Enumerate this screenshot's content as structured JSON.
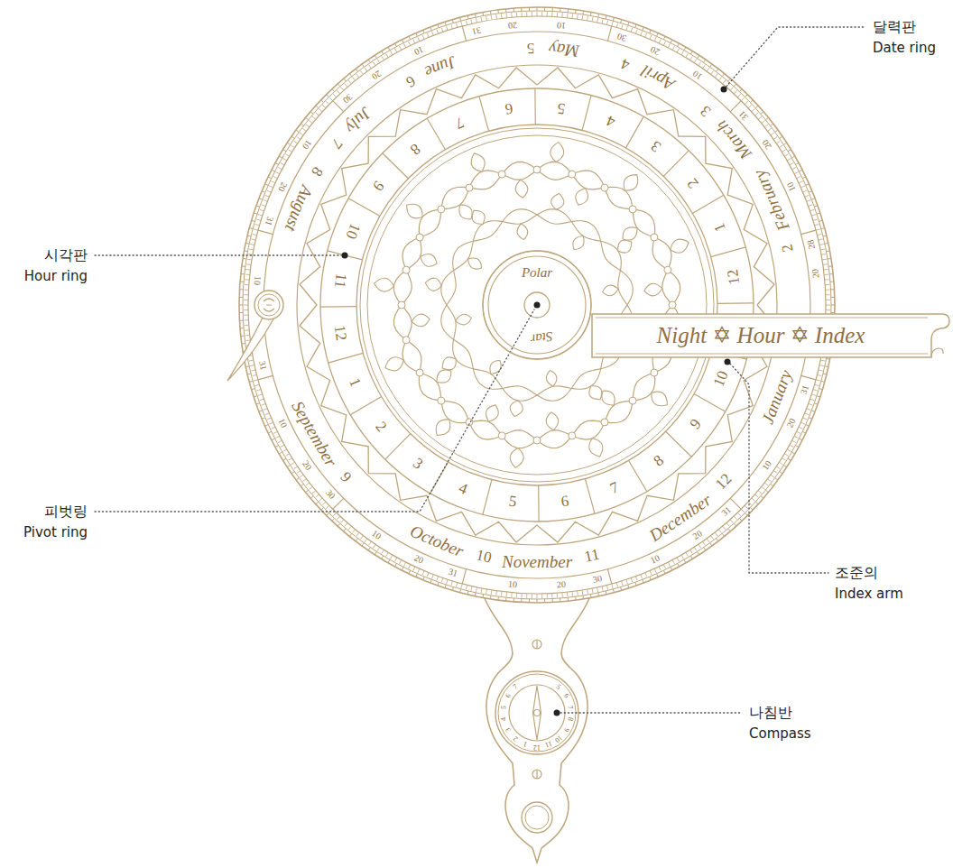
{
  "diagram": {
    "nodes": [
      {
        "text": [
          "Polar",
          "Star"
        ]
      },
      {
        "text": [
          "Night ✡ Hour ✡ Index"
        ]
      }
    ],
    "labels": [
      "달력판",
      "Date ring",
      "시각판",
      "Hour ring",
      "피벗링",
      "Pivot ring",
      "조준의",
      "Index arm",
      "나침반",
      "Compass",
      "January",
      "February",
      "March",
      "April",
      "May",
      "June",
      "July",
      "August",
      "September",
      "October",
      "November",
      "December",
      "2",
      "3",
      "4",
      "5",
      "6",
      "7",
      "8",
      "9",
      "10",
      "11",
      "12",
      "10",
      "20",
      "31",
      "20",
      "28",
      "10",
      "20",
      "31",
      "10",
      "20",
      "30",
      "10",
      "20",
      "31",
      "10",
      "20",
      "30",
      "10",
      "20",
      "31",
      "10",
      "31",
      "10",
      "20",
      "30",
      "10",
      "20",
      "31",
      "10",
      "20",
      "30",
      "10",
      "20",
      "31",
      "12",
      "1",
      "2",
      "3",
      "4",
      "5",
      "6",
      "7",
      "8",
      "9",
      "10",
      "11",
      "12",
      "1",
      "2",
      "3",
      "4",
      "5",
      "6",
      "7",
      "8",
      "9",
      "10",
      "7",
      "6",
      "5",
      "4",
      "3",
      "2",
      "1",
      "12",
      "11",
      "10",
      "9",
      "8",
      "7",
      "6",
      "5"
    ]
  }
}
